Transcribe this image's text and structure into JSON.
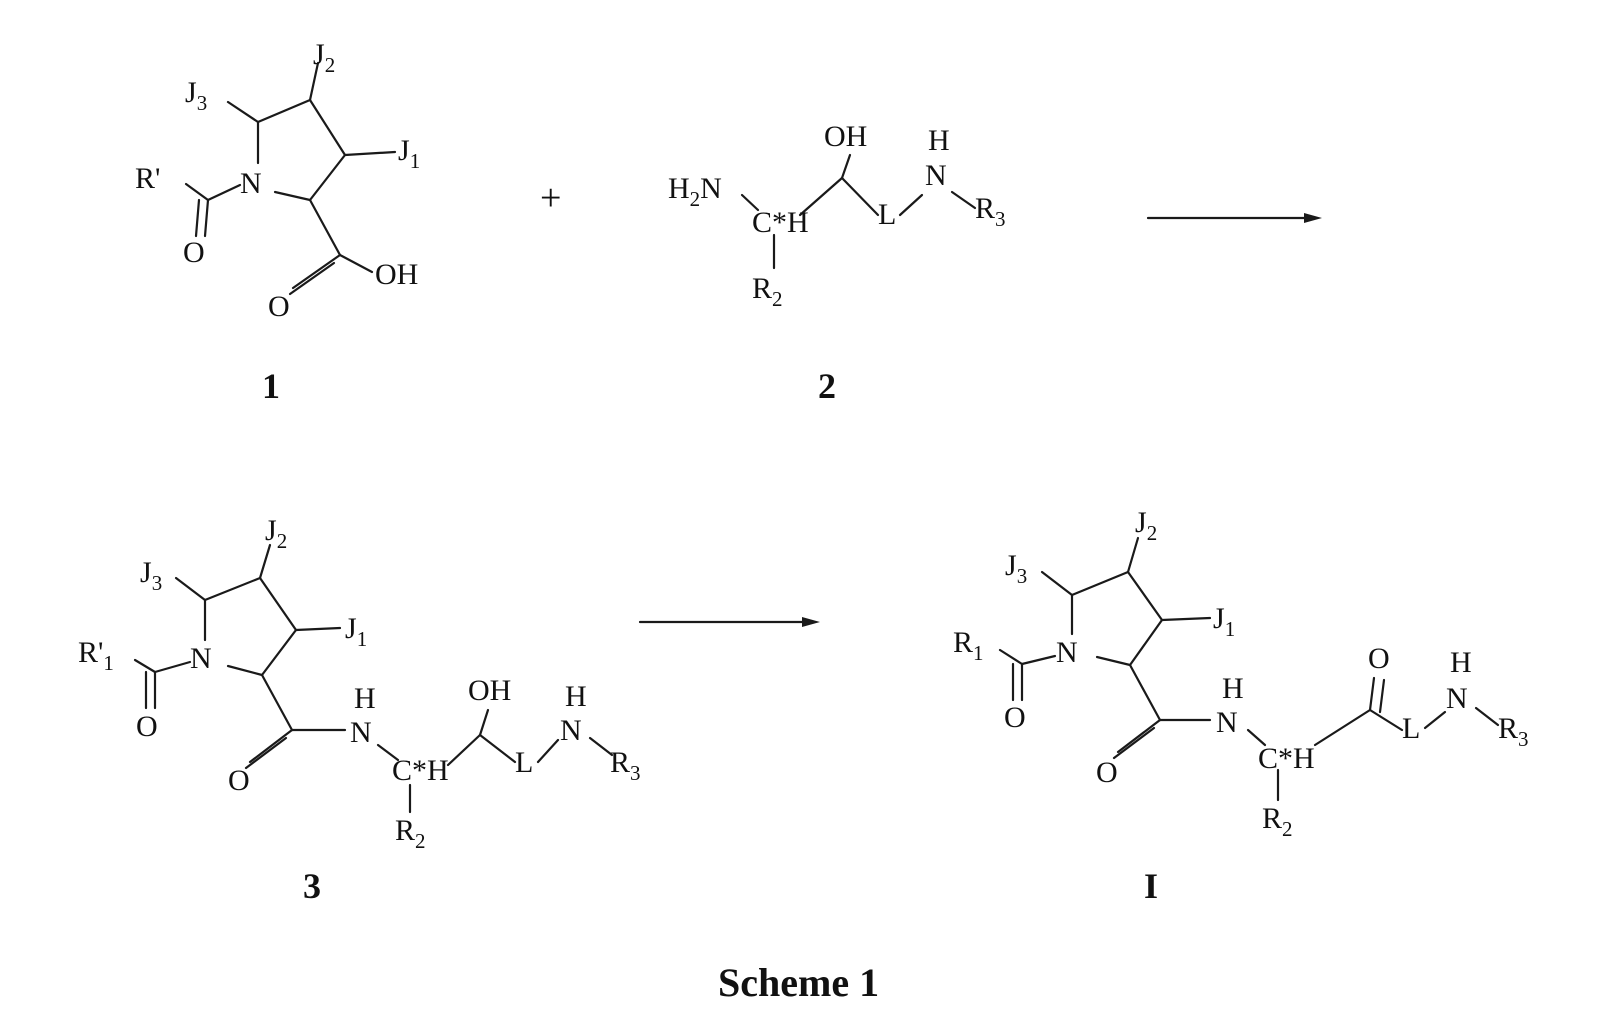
{
  "scheme": {
    "caption": "Scheme 1",
    "plus": "+",
    "compounds": [
      {
        "id": "c1",
        "label": "1"
      },
      {
        "id": "c2",
        "label": "2"
      },
      {
        "id": "c3",
        "label": "3"
      },
      {
        "id": "cI",
        "label": "I"
      }
    ]
  },
  "atoms": {
    "c1": {
      "J2": "J",
      "J2s": "2",
      "J3": "J",
      "J3s": "3",
      "J1": "J",
      "J1s": "1",
      "N": "N",
      "Rp": "R'",
      "O1": "O",
      "O2": "O",
      "OH": "OH"
    },
    "c2": {
      "OH": "OH",
      "H": "H",
      "N": "N",
      "R3": "R",
      "R3s": "3",
      "H2N_H": "H",
      "H2N_2": "2",
      "H2N_N": "N",
      "CH": "C*H",
      "L": "L",
      "R2": "R",
      "R2s": "2"
    },
    "c3": {
      "J2": "J",
      "J2s": "2",
      "J3": "J",
      "J3s": "3",
      "J1": "J",
      "J1s": "1",
      "N": "N",
      "Rp": "R'",
      "Rps": "1",
      "O1": "O",
      "O2": "O",
      "NH_H": "H",
      "NH_N": "N",
      "CH": "C*H",
      "OH": "OH",
      "L": "L",
      "H2": "H",
      "N2": "N",
      "R3": "R",
      "R3s": "3",
      "R2": "R",
      "R2s": "2"
    },
    "cI": {
      "J2": "J",
      "J2s": "2",
      "J3": "J",
      "J3s": "3",
      "J1": "J",
      "J1s": "1",
      "N": "N",
      "R1": "R",
      "R1s": "1",
      "O1": "O",
      "O2": "O",
      "NH_H": "H",
      "NH_N": "N",
      "CH": "C*H",
      "O3": "O",
      "L": "L",
      "H2": "H",
      "N2": "N",
      "R3": "R",
      "R3s": "3",
      "R2": "R",
      "R2s": "2"
    }
  }
}
